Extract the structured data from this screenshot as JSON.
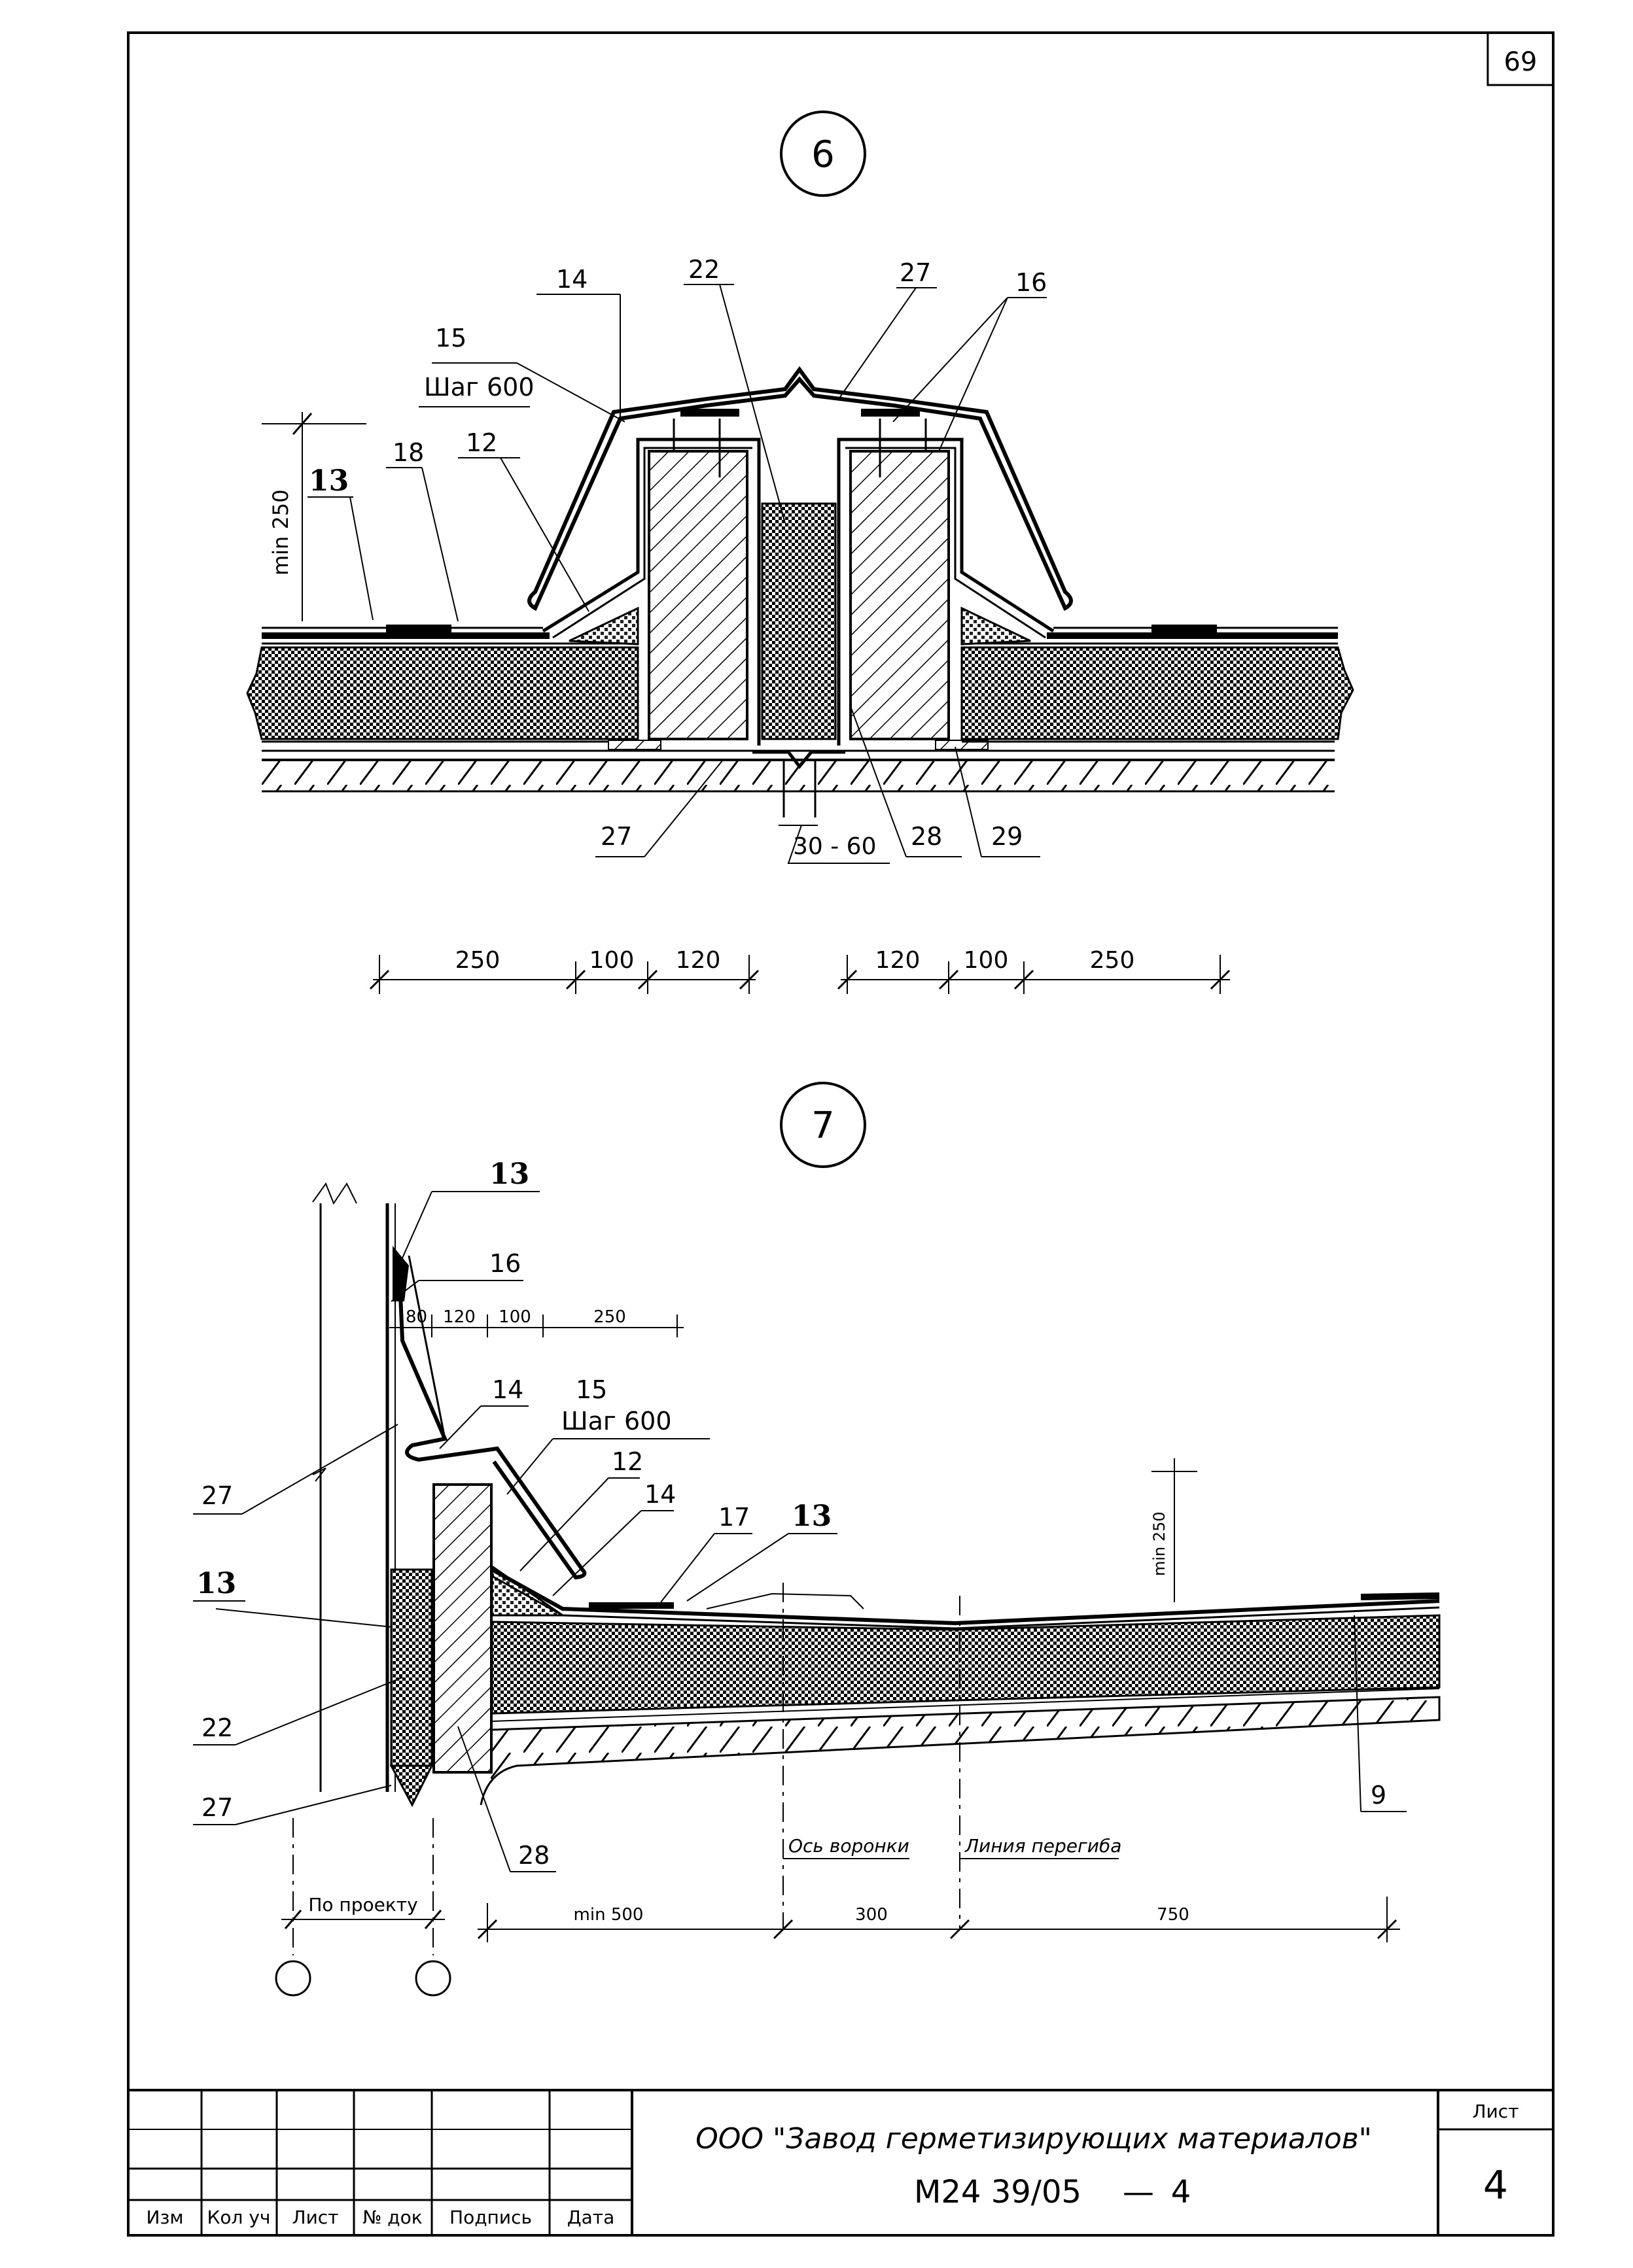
{
  "sheet_number_corner": "69",
  "detail_6": {
    "marker": "6",
    "callouts": {
      "c14": "14",
      "c22": "22",
      "c27_top": "27",
      "c16": "16",
      "c15": "15",
      "shag": "Шаг 600",
      "c12": "12",
      "c18": "18",
      "c13": "13",
      "min250": "min 250",
      "c27_bottom": "27",
      "c28": "28",
      "c29": "29",
      "gap": "30 - 60"
    },
    "dims_left": [
      "250",
      "100",
      "120"
    ],
    "dims_right": [
      "120",
      "100",
      "250"
    ]
  },
  "detail_7": {
    "marker": "7",
    "callouts": {
      "c13_top": "13",
      "c16": "16",
      "c27_upper": "27",
      "c14_upper": "14",
      "c15": "15",
      "shag": "Шаг 600",
      "c12": "12",
      "c14_lower": "14",
      "c17": "17",
      "c13_mid": "13",
      "c13_left": "13",
      "c22": "22",
      "c27_lower": "27",
      "c28": "28",
      "c9": "9",
      "min250": "min 250"
    },
    "dims_top": [
      "80",
      "120",
      "100",
      "250"
    ],
    "axis_funnel": "Ось воронки",
    "bend_line": "Линия перегиба",
    "by_project": "По проекту",
    "dims_bottom": [
      "min 500",
      "300",
      "750"
    ]
  },
  "title_block": {
    "col_headers": [
      "Изм",
      "Кол уч",
      "Лист",
      "№ док",
      "Подпись",
      "Дата"
    ],
    "company": "ООО \"Завод герметизирующих материалов\"",
    "doc_code": "М24 39/05",
    "dash": "—",
    "doc_suffix": "4",
    "sheet_label": "Лист",
    "sheet_value": "4"
  }
}
